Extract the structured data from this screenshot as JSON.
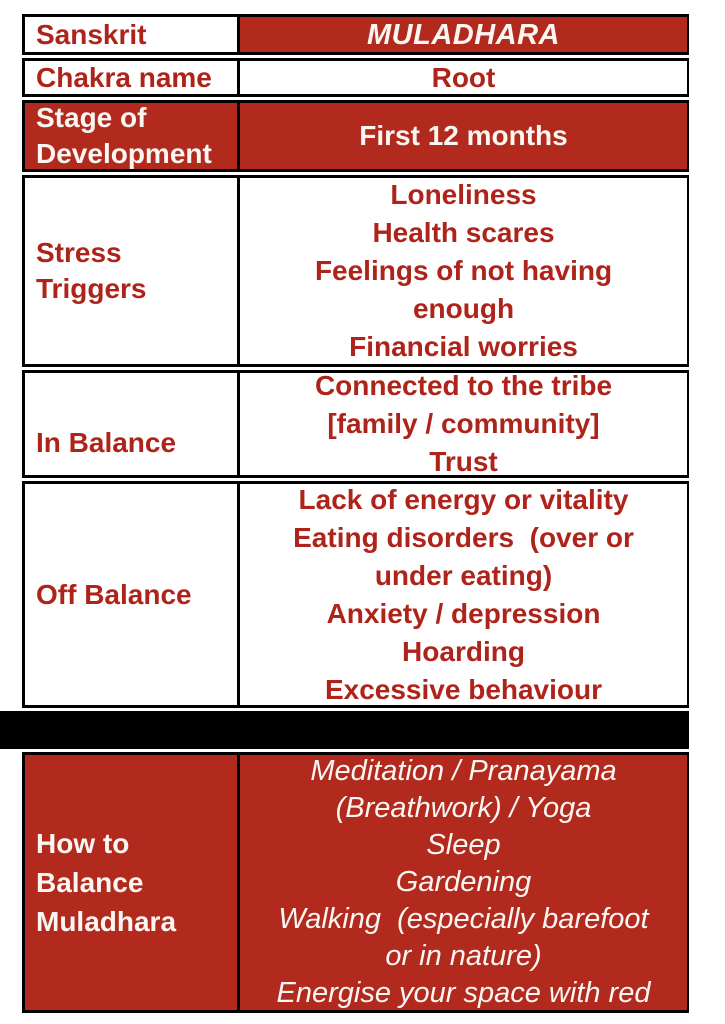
{
  "colors": {
    "red": "#B2291D",
    "red_text": "#AE241A",
    "black": "#000000",
    "white": "#FFFFFF"
  },
  "table": {
    "rows": {
      "sanskrit": {
        "label": [
          "Sanskrit"
        ],
        "value": [
          "MULADHARA"
        ]
      },
      "chakra_name": {
        "label": [
          "Chakra name"
        ],
        "value": [
          "Root"
        ]
      },
      "stage_of_development": {
        "label": [
          "Stage of",
          "Development"
        ],
        "value": [
          "First 12 months"
        ]
      },
      "stress_triggers": {
        "label": [
          "Stress",
          "Triggers"
        ],
        "value": [
          "Loneliness",
          "Health scares",
          "Feelings of not having",
          "enough",
          "Financial worries"
        ]
      },
      "in_balance": {
        "label": [
          "In Balance"
        ],
        "value": [
          "Connected to the tribe",
          "[family / community]",
          "Trust"
        ]
      },
      "off_balance": {
        "label": [
          "Off Balance"
        ],
        "value": [
          "Lack of energy or vitality",
          "Eating disorders  (over or",
          "under eating)",
          "Anxiety / depression",
          "Hoarding",
          "Excessive behaviour"
        ]
      },
      "how_to_balance": {
        "label": [
          "How to",
          "Balance",
          "Muladhara"
        ],
        "value": [
          "Meditation / Pranayama",
          "(Breathwork) / Yoga",
          "Sleep",
          "Gardening",
          "Walking  (especially barefoot",
          "or in nature)",
          "Energise your space with red"
        ]
      }
    }
  }
}
